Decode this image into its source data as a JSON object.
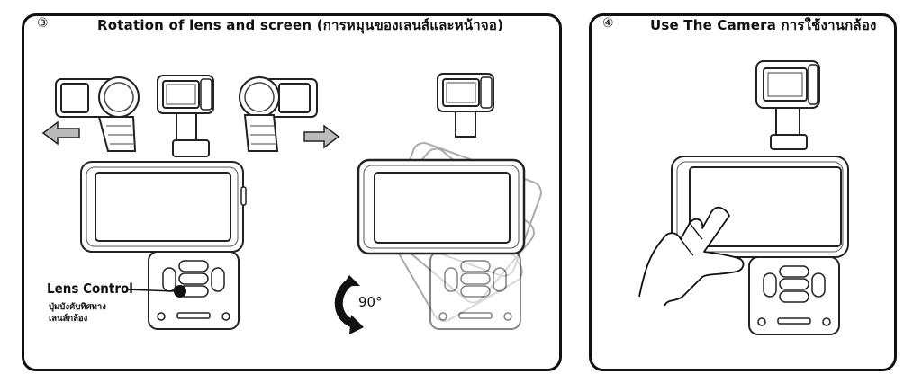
{
  "left_panel": {
    "step": "③",
    "title": "Rotation of lens and screen (การหมุนของเลนส์และหน้าจอ)",
    "lens_control_label": "Lens Control",
    "lens_control_sub_1": "ปุ่มบังคับทิศทาง",
    "lens_control_sub_2": "เลนส์กล้อง",
    "rotation_degree": "90°"
  },
  "right_panel": {
    "step": "④",
    "title": "Use The Camera การใช้งานกล้อง"
  },
  "icons": [
    "arrow-left-icon",
    "arrow-right-icon",
    "rotate-arrow-icon",
    "hand-touch-icon"
  ]
}
